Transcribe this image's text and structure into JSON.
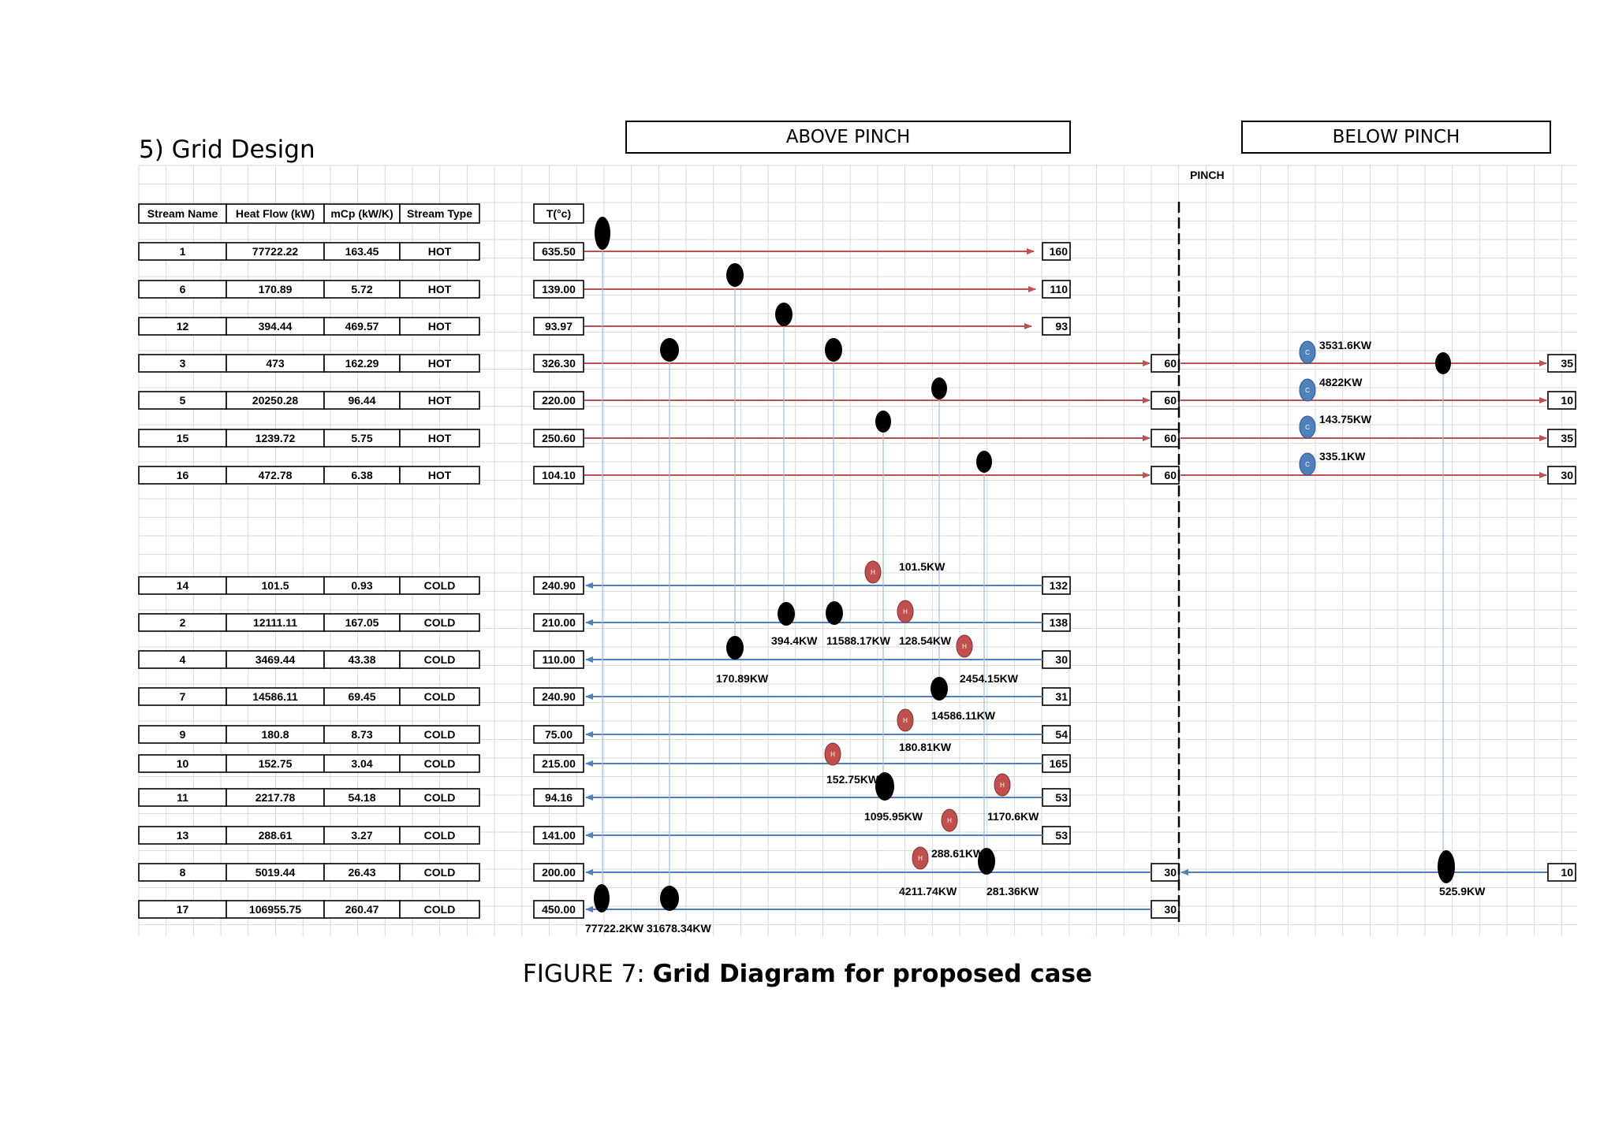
{
  "section_title": "5) Grid Design",
  "above_pinch_label": "ABOVE PINCH",
  "below_pinch_label": "BELOW PINCH",
  "pinch_label": "PINCH",
  "caption_prefix": "FIGURE 7:",
  "caption_title": "Grid Diagram for proposed case",
  "table": {
    "headers": [
      "Stream Name",
      "Heat Flow (kW)",
      "mCp (kW/K)",
      "Stream Type"
    ],
    "temp_header": "T(°c)",
    "rows": [
      {
        "name": "1",
        "heat": "77722.22",
        "mcp": "163.45",
        "type": "HOT",
        "tin": "635.50",
        "tout": "160",
        "pinch": "",
        "out2": ""
      },
      {
        "name": "6",
        "heat": "170.89",
        "mcp": "5.72",
        "type": "HOT",
        "tin": "139.00",
        "tout": "110",
        "pinch": "",
        "out2": ""
      },
      {
        "name": "12",
        "heat": "394.44",
        "mcp": "469.57",
        "type": "HOT",
        "tin": "93.97",
        "tout": "93",
        "pinch": "",
        "out2": ""
      },
      {
        "name": "3",
        "heat": "473",
        "mcp": "162.29",
        "type": "HOT",
        "tin": "326.30",
        "tout": "",
        "pinch": "60",
        "out2": "35"
      },
      {
        "name": "5",
        "heat": "20250.28",
        "mcp": "96.44",
        "type": "HOT",
        "tin": "220.00",
        "tout": "",
        "pinch": "60",
        "out2": "10"
      },
      {
        "name": "15",
        "heat": "1239.72",
        "mcp": "5.75",
        "type": "HOT",
        "tin": "250.60",
        "tout": "",
        "pinch": "60",
        "out2": "35"
      },
      {
        "name": "16",
        "heat": "472.78",
        "mcp": "6.38",
        "type": "HOT",
        "tin": "104.10",
        "tout": "",
        "pinch": "60",
        "out2": "30"
      },
      {
        "name": "14",
        "heat": "101.5",
        "mcp": "0.93",
        "type": "COLD",
        "tin": "240.90",
        "tout": "132",
        "pinch": "",
        "out2": ""
      },
      {
        "name": "2",
        "heat": "12111.11",
        "mcp": "167.05",
        "type": "COLD",
        "tin": "210.00",
        "tout": "138",
        "pinch": "",
        "out2": ""
      },
      {
        "name": "4",
        "heat": "3469.44",
        "mcp": "43.38",
        "type": "COLD",
        "tin": "110.00",
        "tout": "30",
        "pinch": "",
        "out2": ""
      },
      {
        "name": "7",
        "heat": "14586.11",
        "mcp": "69.45",
        "type": "COLD",
        "tin": "240.90",
        "tout": "31",
        "pinch": "",
        "out2": ""
      },
      {
        "name": "9",
        "heat": "180.8",
        "mcp": "8.73",
        "type": "COLD",
        "tin": "75.00",
        "tout": "54",
        "pinch": "",
        "out2": ""
      },
      {
        "name": "10",
        "heat": "152.75",
        "mcp": "3.04",
        "type": "COLD",
        "tin": "215.00",
        "tout": "165",
        "pinch": "",
        "out2": ""
      },
      {
        "name": "11",
        "heat": "2217.78",
        "mcp": "54.18",
        "type": "COLD",
        "tin": "94.16",
        "tout": "53",
        "pinch": "",
        "out2": ""
      },
      {
        "name": "13",
        "heat": "288.61",
        "mcp": "3.27",
        "type": "COLD",
        "tin": "141.00",
        "tout": "53",
        "pinch": "",
        "out2": ""
      },
      {
        "name": "8",
        "heat": "5019.44",
        "mcp": "26.43",
        "type": "COLD",
        "tin": "200.00",
        "tout": "",
        "pinch": "30",
        "out2": "10"
      },
      {
        "name": "17",
        "heat": "106955.75",
        "mcp": "260.47",
        "type": "COLD",
        "tin": "450.00",
        "tout": "",
        "pinch": "30",
        "out2": ""
      }
    ]
  },
  "heater_glyph": "H",
  "cooler_glyph": "C",
  "duty_labels": [
    "101.5KW",
    "394.4KW",
    "11588.17KW",
    "128.54KW",
    "170.89KW",
    "2454.15KW",
    "14586.11KW",
    "180.81KW",
    "152.75KW",
    "1095.95KW",
    "1170.6KW",
    "288.61KW",
    "4211.74KW",
    "281.36KW",
    "77722.2KW",
    "31678.34KW",
    "3531.6KW",
    "4822KW",
    "143.75KW",
    "335.1KW",
    "525.9KW"
  ],
  "colors": {
    "hot_stream": "#c0504d",
    "cold_stream": "#4f81bd",
    "exchanger": "#000000",
    "heater": "#c0504d",
    "cooler": "#4f81bd",
    "grid": "#d9d9e3",
    "link": "#9dbbe0"
  }
}
